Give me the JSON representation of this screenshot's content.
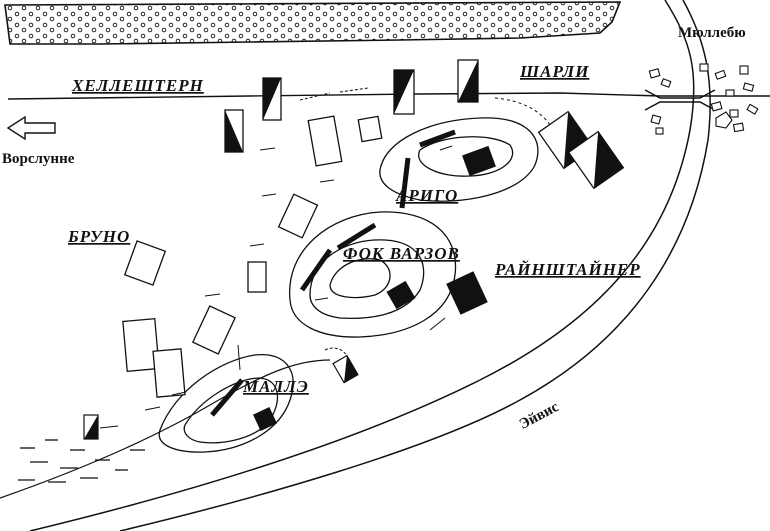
{
  "map": {
    "commanders": {
      "hellestern": "ХЕЛЛЕШТЕРН",
      "sharli": "ШАРЛИ",
      "arigo": "АРИГО",
      "bruno": "БРУНО",
      "fok_varzov": "ФОК ВАРЗОВ",
      "rainshtainer": "РАЙНШТАЙНЕР",
      "malle": "МАЛЛЭ"
    },
    "places": {
      "village": "Мюллебю",
      "direction": "Ворслунне",
      "river": "Эйвис"
    },
    "colors": {
      "ink": "#111111",
      "paper": "#ffffff"
    }
  }
}
